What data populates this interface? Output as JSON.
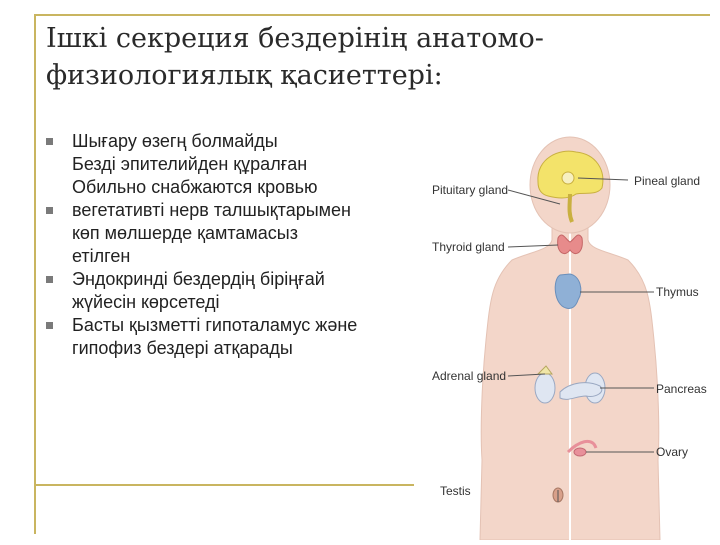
{
  "title": {
    "line1": "Ішкі секреция бездерінің анатомо-",
    "line2": "физиологиялық қасиеттері:"
  },
  "bullets": [
    [
      "Шығару өзегң болмайды",
      "Безді эпителийден құралған",
      "Обильно снабжаются кровью"
    ],
    [
      "вегетативті нерв талшықтарымен",
      "көп мөлшерде қамтамасыз",
      "етілген"
    ],
    [
      "Эндокринді бездердің біріңғай",
      "жүйесін көрсетеді"
    ],
    [
      "Басты қызметті гипоталамус және",
      "гипофиз бездері атқарады"
    ]
  ],
  "figure_labels": {
    "pituitary": "Pituitary gland",
    "pineal": "Pineal gland",
    "thyroid": "Thyroid gland",
    "thymus": "Thymus",
    "adrenal": "Adrenal gland",
    "pancreas": "Pancreas",
    "ovary": "Ovary",
    "testis": "Testis"
  },
  "colors": {
    "frame": "#c9b560",
    "skin": "#f3d6c9",
    "brain": "#f3e36a",
    "thyroid": "#e78b8b",
    "thymus": "#8fb0d6",
    "gland": "#dfe6f2",
    "ovary": "#e8909a"
  }
}
